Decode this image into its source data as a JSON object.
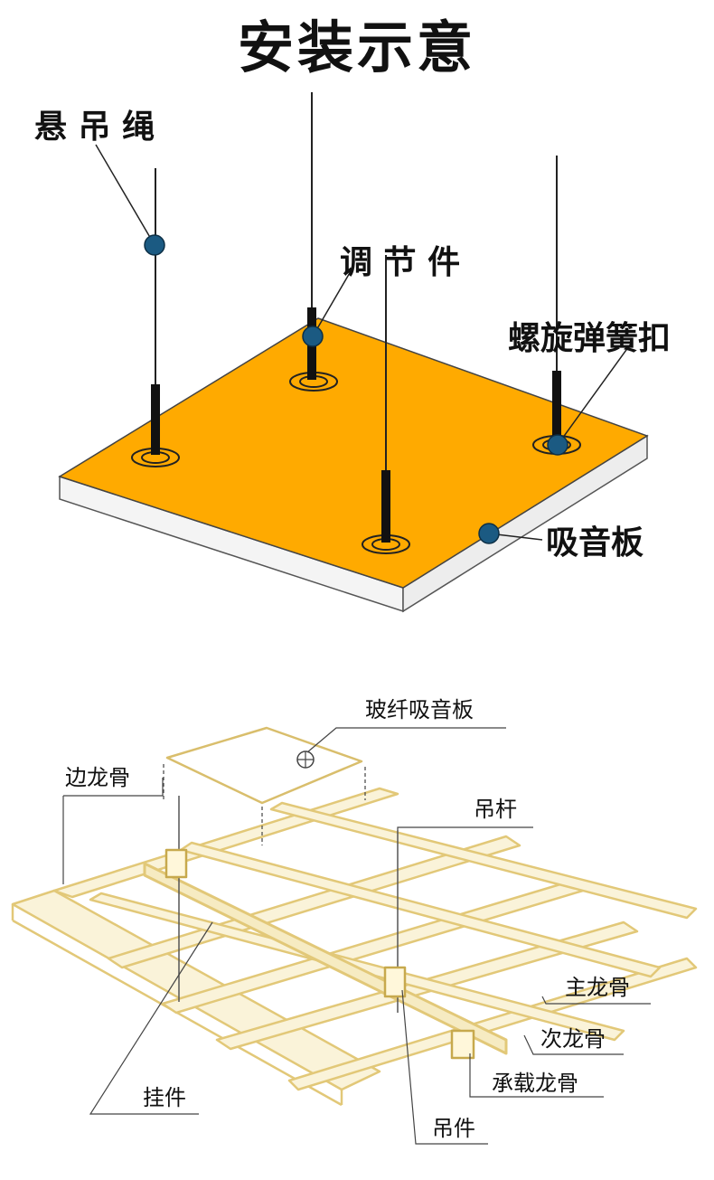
{
  "title": "安装示意",
  "top_diagram": {
    "labels": {
      "rope": "悬 吊 绳",
      "adjuster": "调 节 件",
      "spring_clip": "螺旋弹簧扣",
      "panel": "吸音板"
    },
    "colors": {
      "panel_face": "#FFAA00",
      "panel_edge": "#F2F2F2",
      "marker": "#1B5A82"
    }
  },
  "bottom_diagram": {
    "labels": {
      "fiberglass_panel": "玻纤吸音板",
      "edge_keel": "边龙骨",
      "hanger_rod": "吊杆",
      "main_keel": "主龙骨",
      "secondary_keel": "次龙骨",
      "bearing_keel": "承载龙骨",
      "hanger_piece": "挂件",
      "suspension_piece": "吊件"
    },
    "colors": {
      "frame": "#E6CF7E"
    }
  }
}
